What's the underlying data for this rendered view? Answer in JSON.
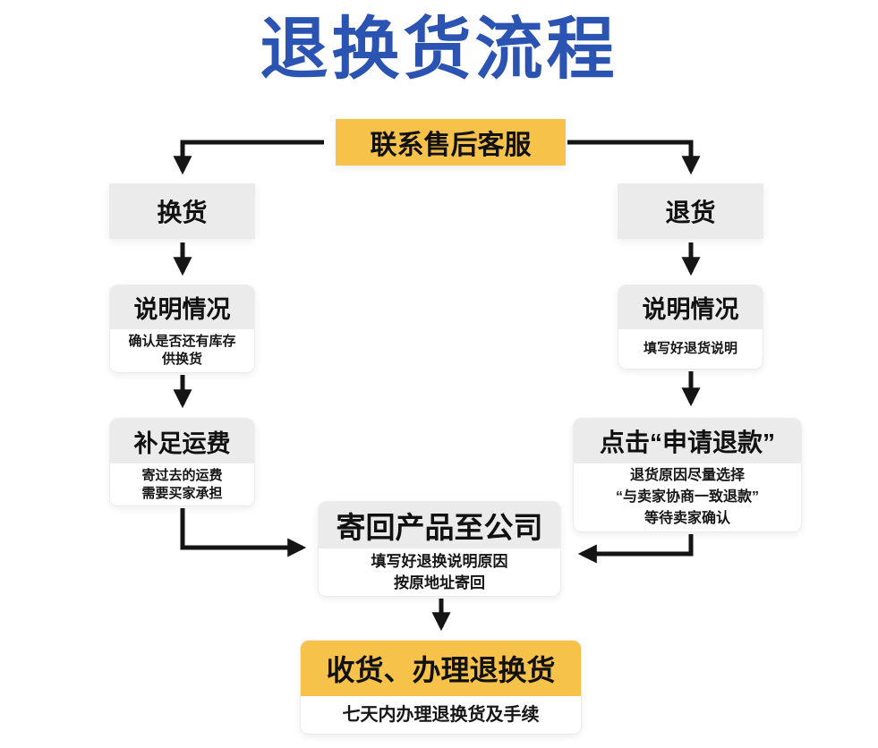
{
  "title": "退换货流程",
  "colors": {
    "title_blue": "#2B53B2",
    "highlight_yellow": "#F7C24A",
    "node_gray": "#EBEBEB",
    "arrow_black": "#151515"
  },
  "flow": {
    "start": {
      "label": "联系售后客服"
    },
    "left_branch": {
      "step1": {
        "label": "换货"
      },
      "step2": {
        "label": "说明情况",
        "note_line1": "确认是否还有库存",
        "note_line2": "供换货"
      },
      "step3": {
        "label": "补足运费",
        "note_line1": "寄过去的运费",
        "note_line2": "需要买家承担"
      }
    },
    "right_branch": {
      "step1": {
        "label": "退货"
      },
      "step2": {
        "label": "说明情况",
        "note_line1": "填写好退货说明"
      },
      "step3": {
        "label": "点击“申请退款”",
        "note_line1": "退货原因尽量选择",
        "note_line2": "“与卖家协商一致退款”",
        "note_line3": "等待卖家确认"
      }
    },
    "merge": {
      "label": "寄回产品至公司",
      "note_line1": "填写好退换说明原因",
      "note_line2": "按原地址寄回"
    },
    "end": {
      "label": "收货、办理退换货",
      "note_line1": "七天内办理退换货及手续"
    }
  }
}
